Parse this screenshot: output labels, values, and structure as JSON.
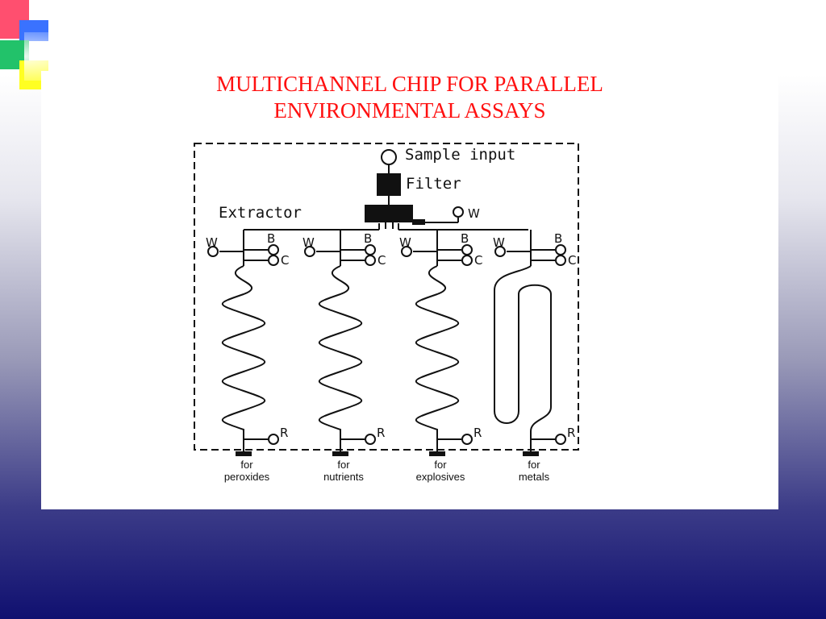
{
  "title": {
    "line1": "MULTICHANNEL CHIP  FOR PARALLEL",
    "line2": "ENVIRONMENTAL ASSAYS"
  },
  "diagram": {
    "sample_input": "Sample input",
    "filter": "Filter",
    "extractor": "Extractor",
    "waste_label": "W",
    "channels": [
      {
        "w": "W",
        "b": "B",
        "c": "C",
        "r": "R",
        "for": "for",
        "target": "peroxides"
      },
      {
        "w": "W",
        "b": "B",
        "c": "C",
        "r": "R",
        "for": "for",
        "target": "nutrients"
      },
      {
        "w": "W",
        "b": "B",
        "c": "C",
        "r": "R",
        "for": "for",
        "target": "explosives"
      },
      {
        "w": "W",
        "b": "B",
        "c": "C",
        "r": "R",
        "for": "for",
        "target": "metals"
      }
    ]
  },
  "colors": {
    "title": "#ff1010",
    "accent_pink": "#ff4f6f",
    "accent_blue": "#3a72ff",
    "accent_green": "#22c26a",
    "accent_yellow": "#ffff22"
  }
}
